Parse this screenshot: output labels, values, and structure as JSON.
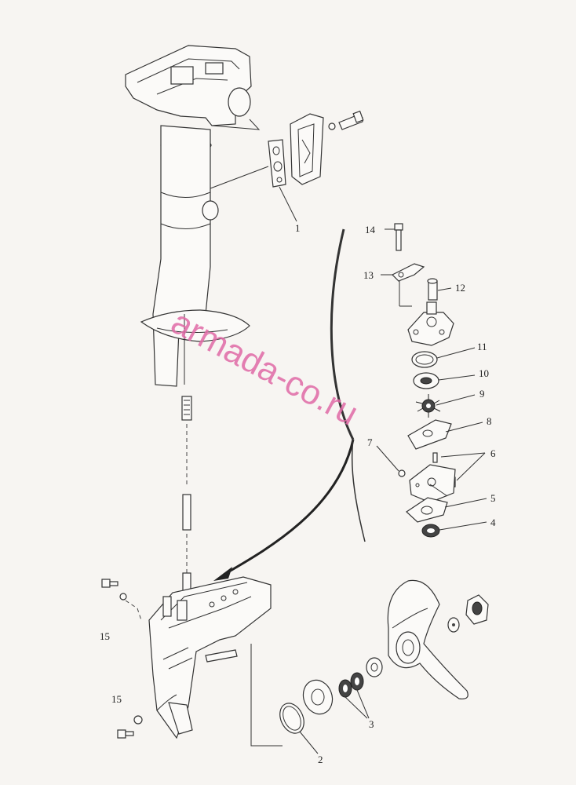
{
  "diagram": {
    "watermark": "armada-co.ru",
    "labels": {
      "p1": "1",
      "p2": "2",
      "p3": "3",
      "p4": "4",
      "p5": "5",
      "p6": "6",
      "p7": "7",
      "p8": "8",
      "p9": "9",
      "p10": "10",
      "p11": "11",
      "p12": "12",
      "p13": "13",
      "p14": "14",
      "p15a": "15",
      "p15b": "15"
    }
  },
  "colors": {
    "background": "#f7f5f2",
    "lines": "#333333",
    "watermark": "#e06aa6"
  }
}
